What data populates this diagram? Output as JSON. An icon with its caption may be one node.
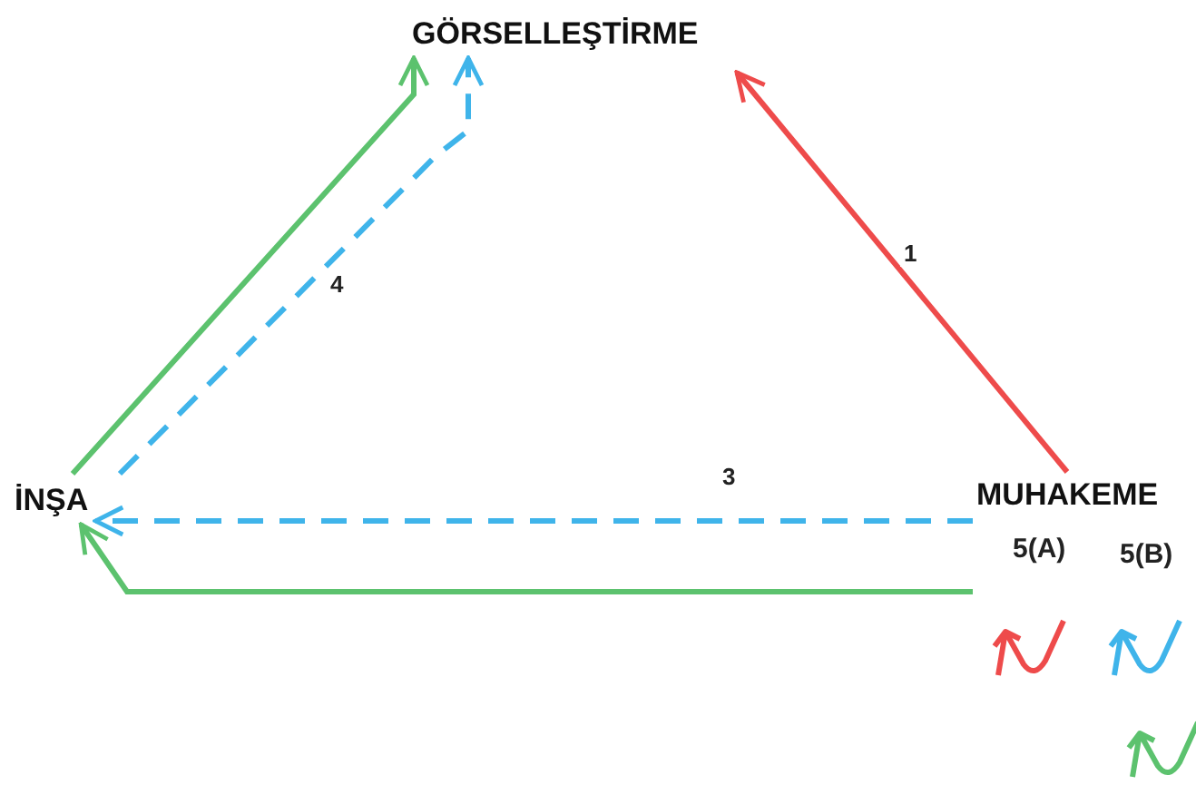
{
  "diagram": {
    "nodes": [
      {
        "text": [
          "GÖRSELLEŞTİRME"
        ]
      },
      {
        "text": [
          "İNŞA"
        ]
      },
      {
        "text": [
          "MUHAKEME"
        ],
        "beside": [
          "5(A)",
          "5(B)"
        ]
      }
    ],
    "edges": [
      {
        "from": 1,
        "to": 0,
        "arrow": "to",
        "color": "#5cc26e"
      },
      {
        "from": 1,
        "to": 0,
        "arrow": "to",
        "label": "4",
        "style": "dashed",
        "color": "#3fb4ea"
      },
      {
        "from": 2,
        "to": 0,
        "arrow": "to",
        "label": "1",
        "color": "#ee4b4b"
      },
      {
        "from": 2,
        "to": 1,
        "arrow": "to",
        "label": "3",
        "style": "dashed",
        "color": "#3fb4ea"
      },
      {
        "from": 2,
        "to": 1,
        "arrow": "to",
        "color": "#5cc26e"
      }
    ]
  }
}
